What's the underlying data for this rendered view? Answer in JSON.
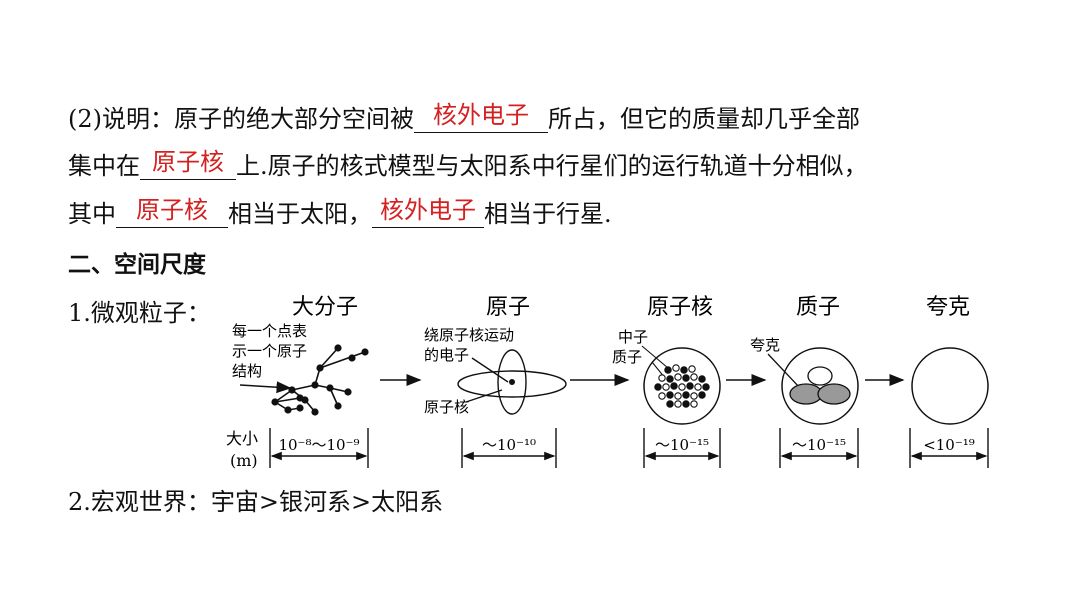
{
  "para": {
    "l1_a": "(2)说明：原子的绝大部分空间被",
    "blank1": "核外电子",
    "l1_b": "所占，但它的质量却几乎全部",
    "l2_a": "集中在",
    "blank2": "原子核",
    "l2_b": "上.原子的核式模型与太阳系中行星们的运行轨道十分相似，",
    "l3_a": "其中",
    "blank3": "原子核",
    "l3_b": "相当于太阳，",
    "blank4": "核外电子",
    "l3_c": "相当于行星."
  },
  "section_title": "二、空间尺度",
  "item1": "1.微观粒子：",
  "item2": "2.宏观世界：宇宙>银河系>太阳系",
  "diagram": {
    "headers": [
      "大分子",
      "原子",
      "原子核",
      "质子",
      "夸克"
    ],
    "label_molecule": [
      "每一个点表",
      "示一个原子",
      "结构"
    ],
    "label_electron": [
      "绕原子核运动",
      "的电子"
    ],
    "label_nucleus": "原子核",
    "label_neutron": "中子",
    "label_proton": "质子",
    "label_quark": "夸克",
    "size_label": [
      "大小",
      "(m)"
    ],
    "sizes": [
      "10⁻⁸～10⁻⁹",
      "～10⁻¹⁰",
      "～10⁻¹⁵",
      "～10⁻¹⁵",
      "<10⁻¹⁹"
    ]
  },
  "colors": {
    "answer": "#d42020",
    "text": "#111111"
  }
}
